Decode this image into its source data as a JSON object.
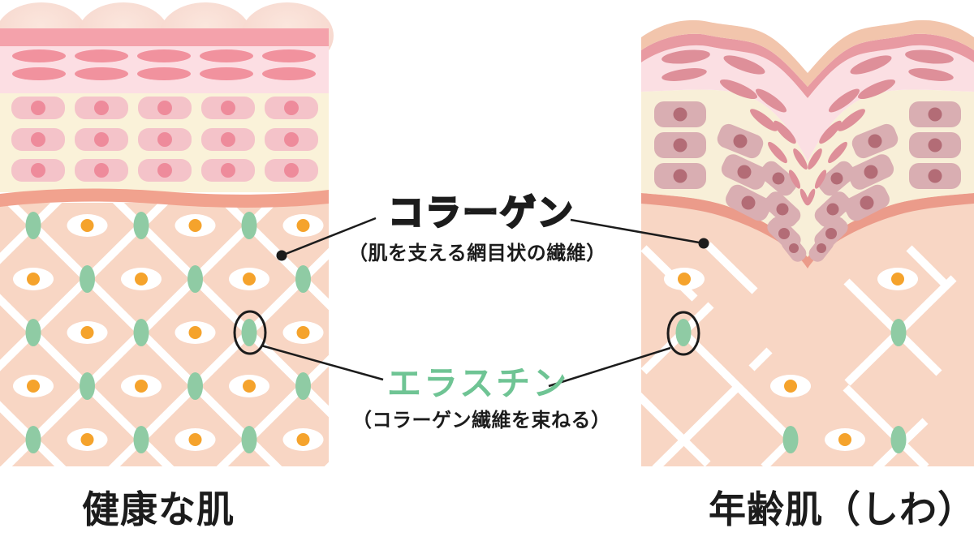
{
  "figure": {
    "type": "skin-anatomy-comparison",
    "annotations": {
      "collagen": {
        "title": "コラーゲン",
        "subtitle": "（肌を支える網目状の繊維）"
      },
      "elastin": {
        "title": "エラスチン",
        "subtitle": "（コラーゲン繊維を束ねる）"
      }
    },
    "panels": {
      "healthy": {
        "caption": "健康な肌"
      },
      "aged": {
        "caption": "年齢肌（しわ）"
      }
    },
    "colors": {
      "elastin_text_green": "#6FC494",
      "elastin_fiber_green": "#8FCBA4",
      "fibroblast_orange": "#F5A32C",
      "dermis_peach": "#F8D6C4",
      "epidermis_cream": "#FAF2D9",
      "cell_pink": "#F4C3C9",
      "surface_bar_pink": "#F4A2AB",
      "upper_dermis_pink": "#FCDEE3",
      "basal_wave_salmon": "#F1A28E",
      "aged_surface_tan": "#F2C5AC",
      "aged_band_pink": "#E89AA2",
      "aged_cell_mauve": "#D9AEB2",
      "annotation_ink": "#1C1C1C"
    }
  }
}
